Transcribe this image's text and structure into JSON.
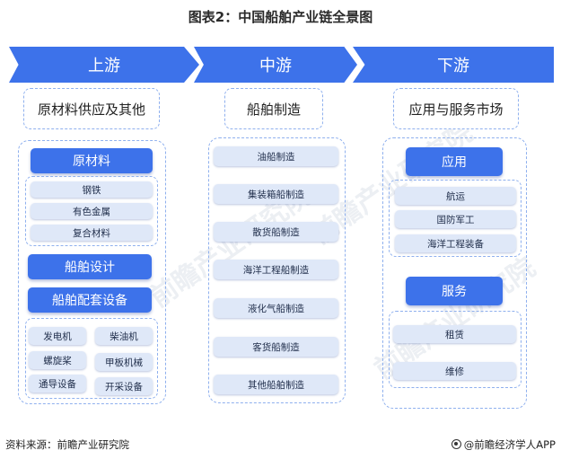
{
  "title": "图表2：中国船舶产业链全景图",
  "colors": {
    "primary": "#3d72ea",
    "light": "#dfe8f8",
    "dash": "#8fb0ee"
  },
  "upstream": {
    "banner": "上游",
    "header": "原材料供应及其他",
    "raw_materials": {
      "label": "原材料",
      "items": [
        "钢铁",
        "有色金属",
        "复合材料"
      ]
    },
    "ship_design": "船舶设计",
    "equipment": {
      "label": "船舶配套设备",
      "items": [
        "发电机",
        "柴油机",
        "螺旋桨",
        "甲板机械",
        "通导设备",
        "开采设备"
      ]
    }
  },
  "midstream": {
    "banner": "中游",
    "header": "船舶制造",
    "items": [
      "油船制造",
      "集装箱船制造",
      "散货船制造",
      "海洋工程船制造",
      "液化气船制造",
      "客货船制造",
      "其他船舶制造"
    ]
  },
  "downstream": {
    "banner": "下游",
    "header": "应用与服务市场",
    "application": {
      "label": "应用",
      "items": [
        "航运",
        "国防军工",
        "海洋工程装备"
      ]
    },
    "service": {
      "label": "服务",
      "items": [
        "租赁",
        "维修"
      ]
    }
  },
  "footer": {
    "source": "资料来源：前瞻产业研究院",
    "brand": "@前瞻经济学人APP"
  },
  "watermark": "前瞻产业研究院"
}
